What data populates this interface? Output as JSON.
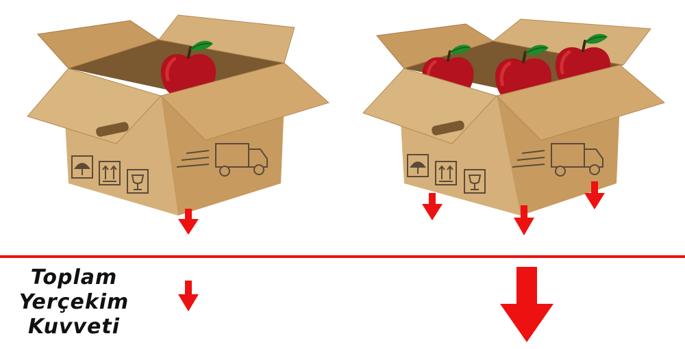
{
  "label": {
    "line1": "Toplam",
    "line2": "Yerçekim",
    "line3": "Kuvveti"
  },
  "scenes": [
    {
      "name": "single-apple-box",
      "apple_count": 1,
      "box_force_arrows": 1,
      "total_force": 1
    },
    {
      "name": "three-apple-box",
      "apple_count": 3,
      "box_force_arrows": 3,
      "total_force": 3
    }
  ],
  "colors": {
    "arrow": "#ee1111",
    "divider": "#ee1111",
    "box_light": "#d6b07a",
    "box_mid": "#c79a60",
    "box_dark": "#a97a44",
    "box_inside": "#7a5830",
    "print": "#5a4a3a",
    "apple": "#b3121e",
    "apple_highlight": "#e23a3a",
    "leaf": "#1f8a2a"
  },
  "icons": [
    "umbrella-icon",
    "this-side-up-icon",
    "fragile-icon",
    "truck-icon"
  ]
}
